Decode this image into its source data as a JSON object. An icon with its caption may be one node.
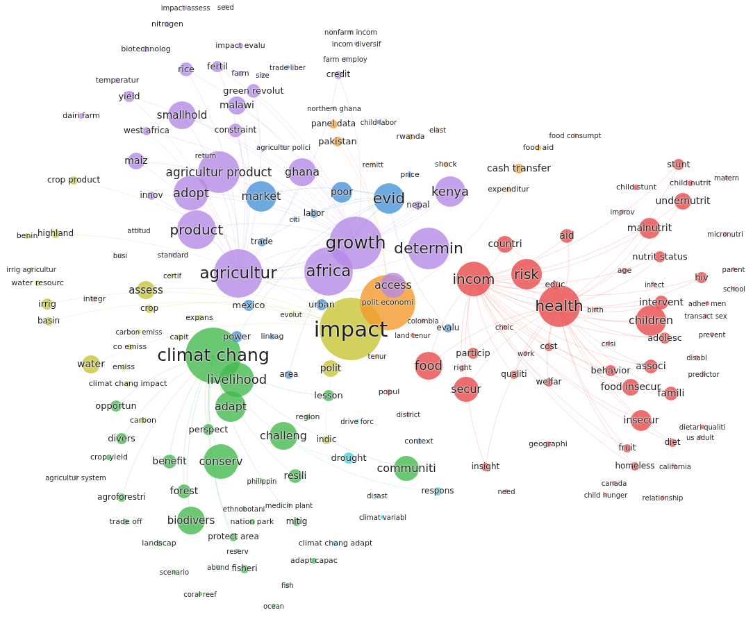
{
  "diagram": {
    "labels": [
      "impact assess",
      "seed",
      "nitrogen",
      "nonfarm incom",
      "biotechnolog",
      "impact evalu",
      "incom diversif",
      "farm employ",
      "rice",
      "fertil",
      "farm",
      "size",
      "trade liber",
      "credit",
      "temperatur",
      "yield",
      "green revolut",
      "dairi farm",
      "smallhold",
      "malawi",
      "northern ghana",
      "west africa",
      "constraint",
      "panel data",
      "child labor",
      "rwanda",
      "elast",
      "food consumpt",
      "agricultur polici",
      "pakistan",
      "food aid",
      "maiz",
      "return",
      "remitt",
      "shock",
      "cash transfer",
      "stunt",
      "crop product",
      "agricultur product",
      "ghana",
      "price",
      "matern",
      "innov",
      "adopt",
      "market",
      "poor",
      "evid",
      "nepal",
      "kenya",
      "expenditur",
      "child stunt",
      "child nutrit",
      "undernutrit",
      "labor",
      "improv",
      "citi",
      "benin",
      "highland",
      "attitud",
      "product",
      "aid",
      "malnutrit",
      "micronutri",
      "trade",
      "growth",
      "determin",
      "countri",
      "busi",
      "standard",
      "nutrit status",
      "irrig agricultur",
      "certif",
      "agricultur",
      "africa",
      "incom",
      "risk",
      "age",
      "hiv",
      "parent",
      "water resourc",
      "assess",
      "access",
      "educ",
      "infect",
      "school",
      "irrig",
      "integr",
      "crop",
      "mexico",
      "urban",
      "polit economi",
      "health",
      "birth",
      "intervent",
      "adher men",
      "basin",
      "expans",
      "evolut",
      "colombia",
      "children",
      "transact sex",
      "carbon emiss",
      "capit",
      "power",
      "linkag",
      "impact",
      "land tenur",
      "evalu",
      "choic",
      "adolesc",
      "prevent",
      "co emiss",
      "climat chang",
      "cost",
      "crisi",
      "tenur",
      "particip",
      "work",
      "disabl",
      "water",
      "emiss",
      "area",
      "polit",
      "food",
      "right",
      "qualiti",
      "behavior",
      "associ",
      "predictor",
      "climat chang impact",
      "livelihood",
      "welfar",
      "lesson",
      "popul",
      "secur",
      "food insecur",
      "famili",
      "opportun",
      "adapt",
      "carbon",
      "region",
      "drive forc",
      "district",
      "insecur",
      "divers",
      "perspect",
      "challeng",
      "indic",
      "context",
      "geographi",
      "dietari qualiti",
      "us adult",
      "fruit",
      "diet",
      "crop yield",
      "benefit",
      "conserv",
      "drought",
      "communiti",
      "insight",
      "homeless",
      "california",
      "agricultur system",
      "philippin",
      "resili",
      "canada",
      "agroforestri",
      "forest",
      "disast",
      "respons",
      "need",
      "child hunger",
      "relationship",
      "ethnobotani",
      "medicin plant",
      "trade off",
      "biodivers",
      "nation park",
      "mitig",
      "climat variabl",
      "landscap",
      "protect area",
      "climat chang adapt",
      "reserv",
      "adapt capac",
      "scenario",
      "abund",
      "fisheri",
      "fish",
      "coral reef",
      "ocean"
    ]
  }
}
